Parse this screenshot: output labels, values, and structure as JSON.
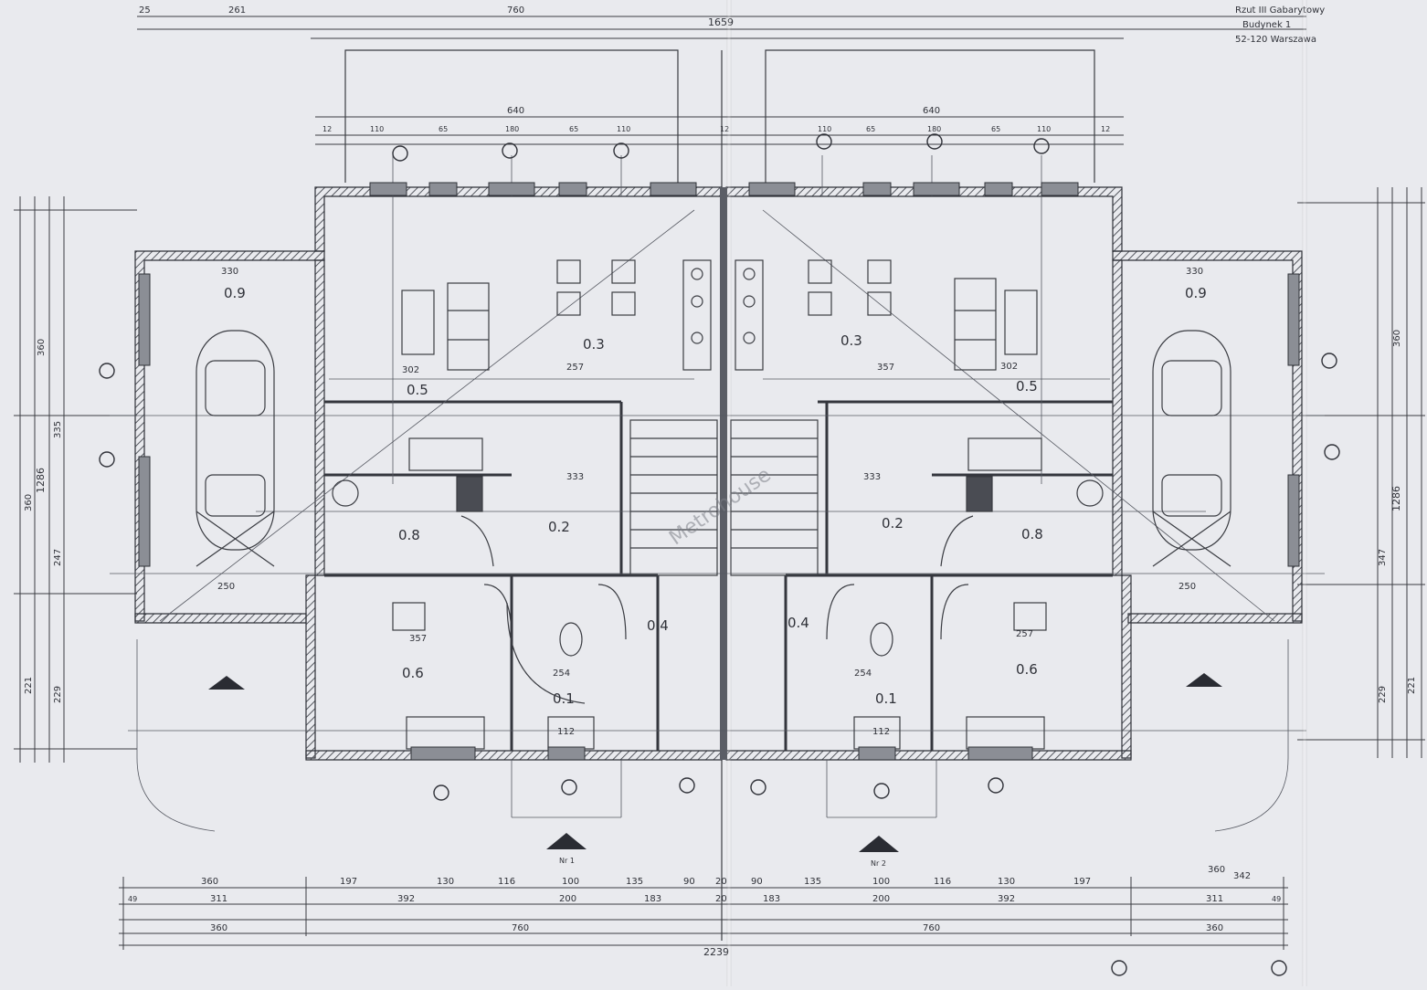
{
  "sheet": {
    "watermark": "Metrohouse",
    "title_block": [
      "Rzut III Gabarytowy",
      "Budynek 1",
      "52-120 Warszawa"
    ],
    "entrance_labels": [
      "Nr 1",
      "Nr 2"
    ]
  },
  "rooms_left": {
    "garage": "0.9",
    "living": "0.3",
    "hall_top": "0.5",
    "hall": "0.2",
    "utility": "0.8",
    "room_bottom": "0.6",
    "stair": "0.4",
    "wc": "0.1"
  },
  "rooms_right": {
    "garage": "0.9",
    "living": "0.3",
    "hall_top": "0.5",
    "hall": "0.2",
    "utility": "0.8",
    "room_bottom": "0.6",
    "stair": "0.4",
    "wc": "0.1"
  },
  "dims": {
    "top_overall": "1659",
    "top_left_segments": [
      "25",
      "261",
      "760"
    ],
    "top_row2_left": "640",
    "top_row2_right": "640",
    "top_row3": [
      "12",
      "110",
      "65",
      "180",
      "65",
      "110",
      "12",
      "110",
      "65",
      "180",
      "65",
      "110",
      "12"
    ],
    "bottom_row1": [
      "360",
      "197",
      "130",
      "116",
      "100",
      "135",
      "90",
      "20",
      "90",
      "135",
      "100",
      "116",
      "130",
      "197",
      "360"
    ],
    "bottom_row2": [
      "49",
      "311",
      "392",
      "200",
      "183",
      "20",
      "183",
      "200",
      "392",
      "311",
      "49"
    ],
    "bottom_row3": [
      "360",
      "760",
      "760",
      "360"
    ],
    "bottom_overall": "2239",
    "left_vertical": [
      "1286",
      "360",
      "360",
      "247",
      "335",
      "221",
      "229"
    ],
    "right_vertical": [
      "1286",
      "360",
      "347",
      "221",
      "229"
    ],
    "interior": [
      "330",
      "357",
      "333",
      "257",
      "302",
      "250",
      "254",
      "112",
      "342",
      "257",
      "302",
      "330",
      "333",
      "357",
      "250",
      "254",
      "112"
    ]
  },
  "colors": {
    "paper": "#e9eaee",
    "line": "#33353c",
    "wall_fill": "#9fa2a8"
  }
}
